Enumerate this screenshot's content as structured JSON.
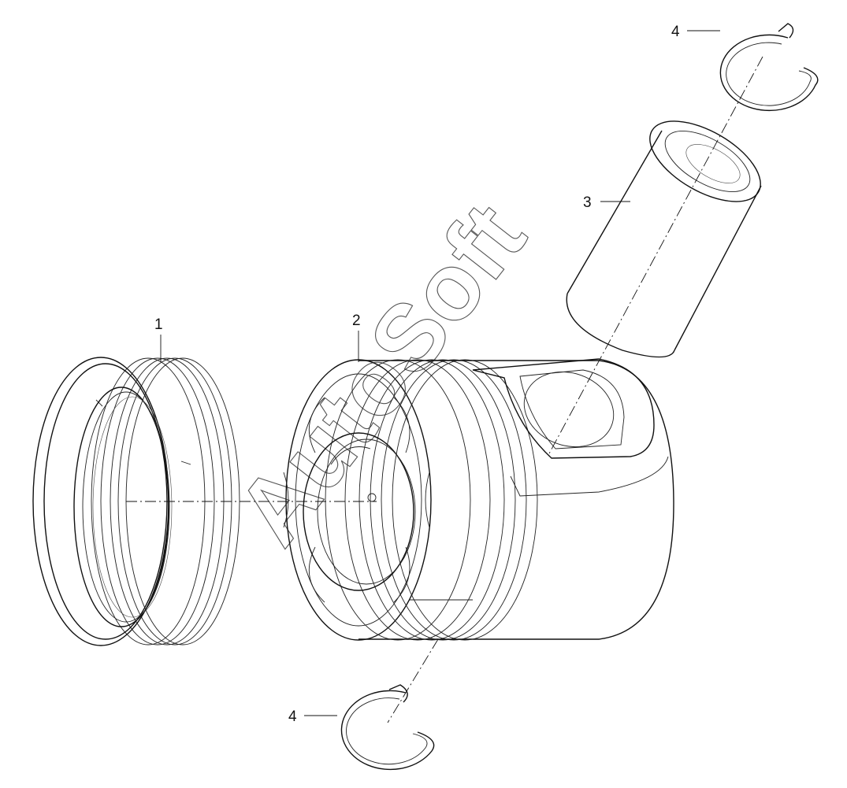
{
  "callouts": [
    {
      "id": "1",
      "text": "1"
    },
    {
      "id": "2",
      "text": "2"
    },
    {
      "id": "3",
      "text": "3"
    },
    {
      "id": "4a",
      "text": "4"
    },
    {
      "id": "4b",
      "text": "4"
    }
  ],
  "watermark": "AutoSoft",
  "colors": {
    "line": "#111111",
    "background": "#ffffff"
  }
}
